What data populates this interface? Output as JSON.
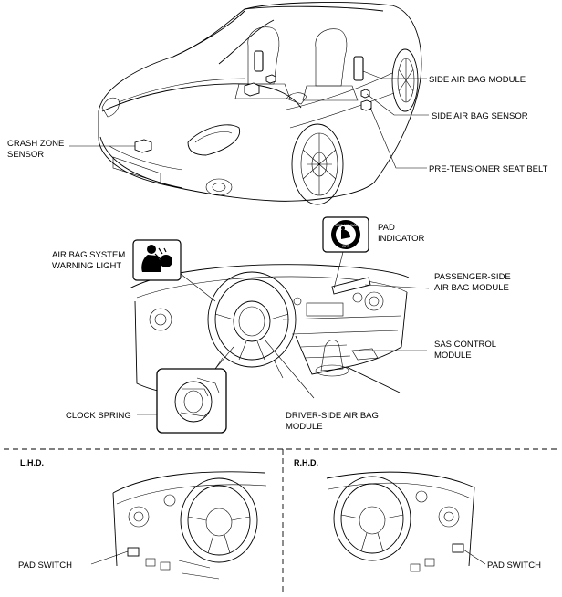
{
  "labels": {
    "side_air_bag_module": "SIDE AIR BAG MODULE",
    "side_air_bag_sensor": "SIDE AIR BAG SENSOR",
    "crash_zone_sensor_1": "CRASH ZONE",
    "crash_zone_sensor_2": "SENSOR",
    "pretensioner_seat_belt": "PRE-TENSIONER SEAT BELT",
    "pad_indicator_1": "PAD",
    "pad_indicator_2": "INDICATOR",
    "air_bag_warning_1": "AIR BAG SYSTEM",
    "air_bag_warning_2": "WARNING LIGHT",
    "passenger_air_bag_1": "PASSENGER-SIDE",
    "passenger_air_bag_2": "AIR BAG MODULE",
    "sas_control_1": "SAS CONTROL",
    "sas_control_2": "MODULE",
    "clock_spring": "CLOCK SPRING",
    "driver_air_bag_1": "DRIVER-SIDE AIR BAG",
    "driver_air_bag_2": "MODULE",
    "lhd": "L.H.D.",
    "rhd": "R.H.D.",
    "pad_switch_left": "PAD SWITCH",
    "pad_switch_right": "PAD SWITCH"
  },
  "indicator_icon": {
    "ring_text": "PASS AIR BAG",
    "state_text": "OFF"
  }
}
